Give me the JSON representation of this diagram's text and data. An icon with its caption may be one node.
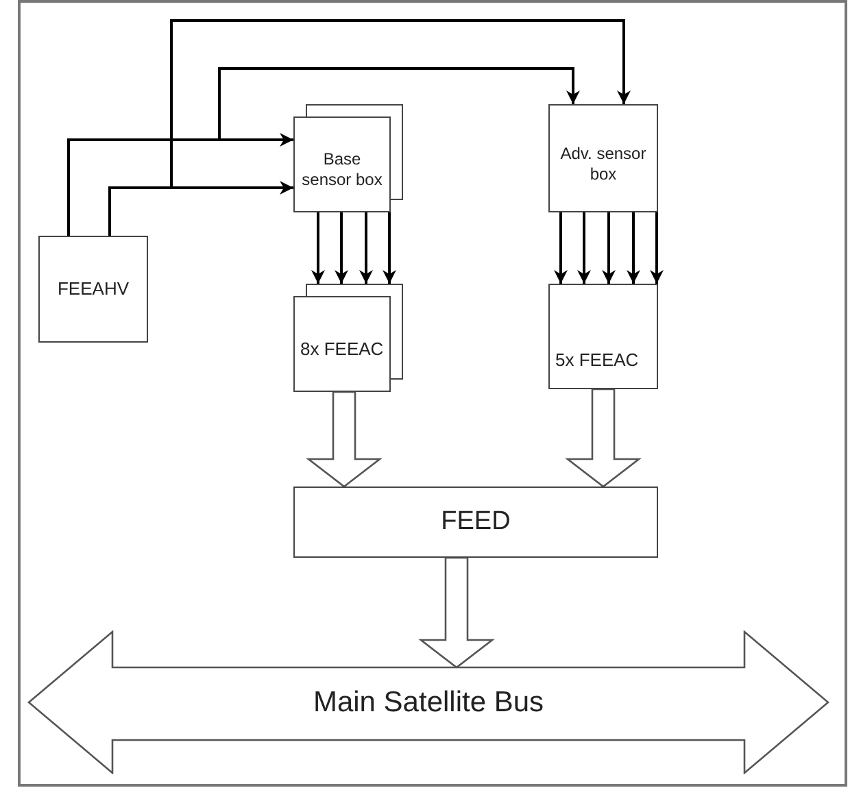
{
  "diagram": {
    "nodes": [
      {
        "text": [
          "FEEAHV"
        ]
      },
      {
        "text": [
          "Base sensor box"
        ]
      },
      {
        "text": [
          "8x FEEAC"
        ]
      },
      {
        "text": [
          "Adv. sensor box"
        ]
      },
      {
        "text": [
          "5x FEEAC"
        ]
      },
      {
        "text": [
          "FEED"
        ]
      },
      {
        "text": [
          "Main Satellite Bus"
        ]
      }
    ],
    "edges": [
      {
        "from": 0,
        "to": 1,
        "arrow": "to"
      },
      {
        "from": 0,
        "to": 1,
        "arrow": "to"
      },
      {
        "from": 0,
        "to": 3,
        "arrow": "to"
      },
      {
        "from": 0,
        "to": 3,
        "arrow": "to"
      },
      {
        "from": 1,
        "to": 2,
        "arrow": "to"
      },
      {
        "from": 1,
        "to": 2,
        "arrow": "to"
      },
      {
        "from": 1,
        "to": 2,
        "arrow": "to"
      },
      {
        "from": 1,
        "to": 2,
        "arrow": "to"
      },
      {
        "from": 3,
        "to": 4,
        "arrow": "to"
      },
      {
        "from": 3,
        "to": 4,
        "arrow": "to"
      },
      {
        "from": 3,
        "to": 4,
        "arrow": "to"
      },
      {
        "from": 3,
        "to": 4,
        "arrow": "to"
      },
      {
        "from": 3,
        "to": 4,
        "arrow": "to"
      },
      {
        "from": 2,
        "to": 5,
        "arrow": "to",
        "style": "thick"
      },
      {
        "from": 4,
        "to": 5,
        "arrow": "to",
        "style": "thick"
      },
      {
        "from": 5,
        "to": 6,
        "arrow": "to",
        "style": "thick"
      }
    ]
  }
}
